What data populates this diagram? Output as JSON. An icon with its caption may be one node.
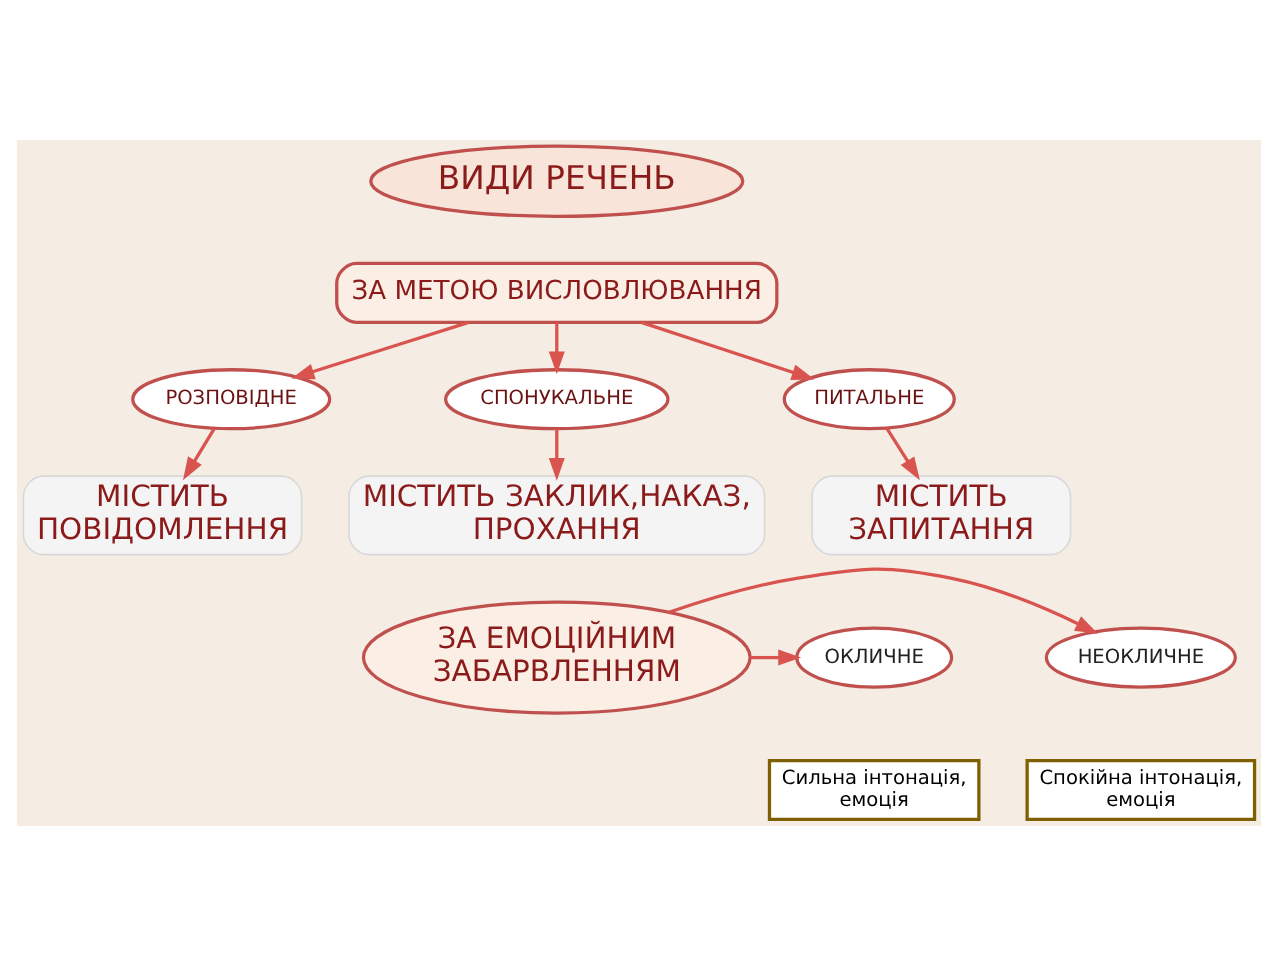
{
  "diagram": {
    "nodes": [
      {
        "text": [
          "ВИДИ РЕЧЕНЬ"
        ]
      },
      {
        "text": [
          "ЗА МЕТОЮ ВИСЛОВЛЮВАННЯ"
        ]
      },
      {
        "text": [
          "РОЗПОВІДНЕ"
        ]
      },
      {
        "text": [
          "СПОНУКАЛЬНЕ"
        ]
      },
      {
        "text": [
          "ПИТАЛЬНЕ"
        ]
      },
      {
        "text": [
          "МІСТИТЬ ПОВІДОМЛЕННЯ"
        ]
      },
      {
        "text": [
          "МІСТИТЬ ЗАКЛИК,НАКАЗ, ПРОХАННЯ"
        ]
      },
      {
        "text": [
          "МІСТИТЬ ЗАПИТАННЯ"
        ]
      },
      {
        "text": [
          "ЗА ЕМОЦІЙНИМ ЗАБАРВЛЕННЯМ"
        ]
      },
      {
        "text": [
          "ОКЛИЧНЕ"
        ]
      },
      {
        "text": [
          "НЕОКЛИЧНЕ"
        ]
      },
      {
        "text": [
          "Сильна інтонація, емоція"
        ]
      },
      {
        "text": [
          "Спокійна інтонація, емоція"
        ]
      }
    ],
    "edges": [
      {
        "from": 1,
        "to": 2,
        "arrow": "to"
      },
      {
        "from": 1,
        "to": 3,
        "arrow": "to"
      },
      {
        "from": 1,
        "to": 4,
        "arrow": "to"
      },
      {
        "from": 2,
        "to": 5,
        "arrow": "to"
      },
      {
        "from": 3,
        "to": 6,
        "arrow": "to"
      },
      {
        "from": 4,
        "to": 7,
        "arrow": "to"
      },
      {
        "from": 8,
        "to": 9,
        "arrow": "to"
      },
      {
        "from": 8,
        "to": 10,
        "arrow": "to"
      }
    ]
  }
}
